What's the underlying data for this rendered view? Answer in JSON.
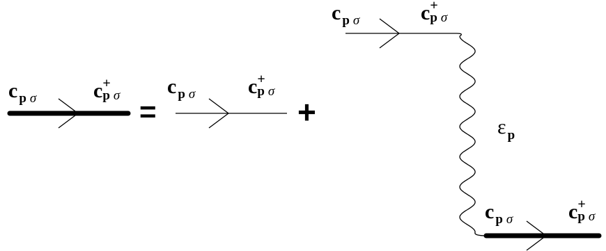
{
  "diagram": {
    "annihilation_label": {
      "letter": "c",
      "momentum": "p",
      "spin": "σ"
    },
    "creation_label": {
      "letter": "c",
      "dagger": "+",
      "momentum": "p",
      "spin": "σ"
    },
    "equals_sign": "=",
    "plus_sign": "+",
    "interaction_label": {
      "symbol": "ε",
      "momentum": "p"
    }
  }
}
